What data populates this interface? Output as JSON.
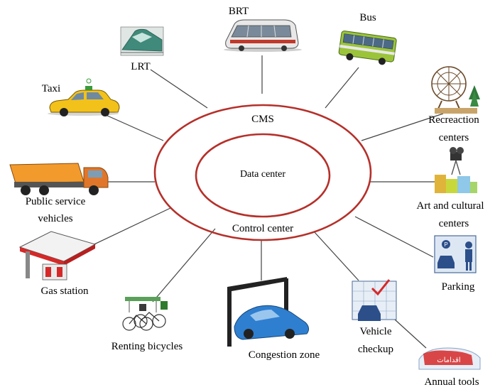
{
  "diagram": {
    "center": {
      "outer_label": "CMS",
      "inner_label": "Data center",
      "bottom_label": "Control center"
    },
    "nodes": {
      "brt": "BRT",
      "bus": "Bus",
      "lrt": "LRT",
      "taxi": "Taxi",
      "recreation_line1": "Recreaction",
      "recreation_line2": "centers",
      "public_service_line1": "Public service",
      "public_service_line2": "vehicles",
      "art_line1": "Art and cultural",
      "art_line2": "centers",
      "gas_station": "Gas station",
      "parking": "Parking",
      "renting_bicycles": "Renting bicycles",
      "congestion_zone": "Congestion zone",
      "vehicle_line1": "Vehicle",
      "vehicle_line2": "checkup",
      "annual_tools": "Annual tools",
      "annual_tools_sign": "اقدامات"
    },
    "colors": {
      "ring": "#b5302a",
      "connector": "#444444"
    }
  }
}
